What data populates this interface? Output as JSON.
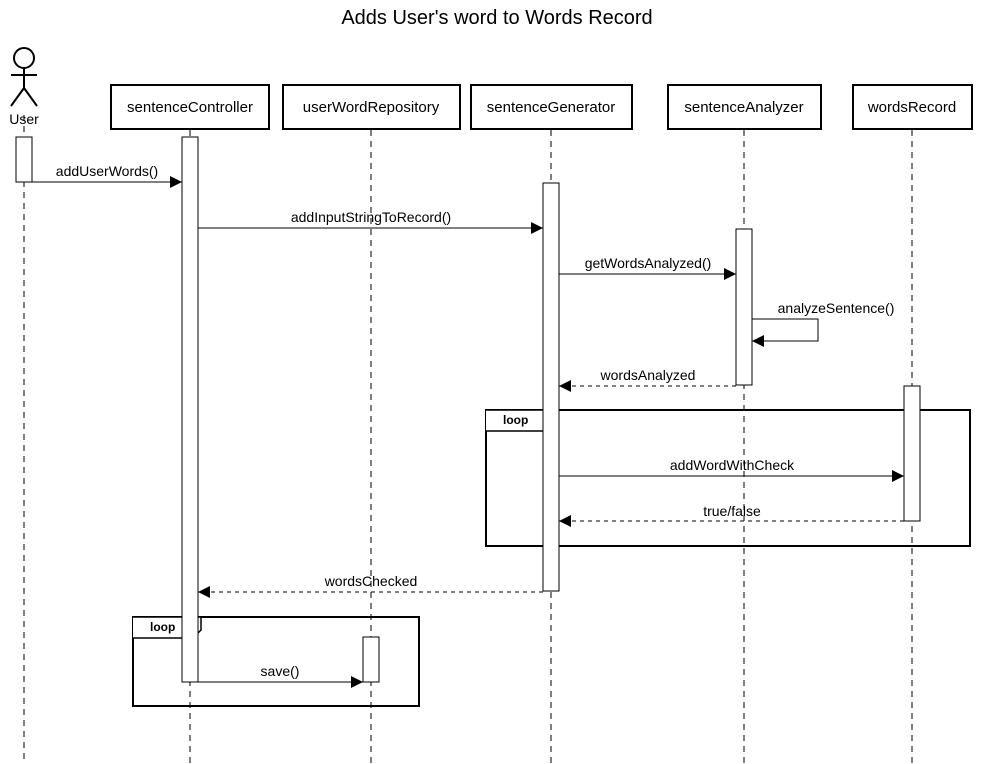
{
  "title": "Adds User's word to Words Record",
  "actor": {
    "label": "User"
  },
  "participants": [
    {
      "id": "sentenceController",
      "label": "sentenceController"
    },
    {
      "id": "userWordRepository",
      "label": "userWordRepository"
    },
    {
      "id": "sentenceGenerator",
      "label": "sentenceGenerator"
    },
    {
      "id": "sentenceAnalyzer",
      "label": "sentenceAnalyzer"
    },
    {
      "id": "wordsRecord",
      "label": "wordsRecord"
    }
  ],
  "messages": [
    {
      "id": "add-user-words",
      "label": "addUserWords()",
      "from": "User",
      "to": "sentenceController",
      "kind": "call"
    },
    {
      "id": "add-input-string-to-record",
      "label": "addInputStringToRecord()",
      "from": "sentenceController",
      "to": "sentenceGenerator",
      "kind": "call"
    },
    {
      "id": "get-words-analyzed",
      "label": "getWordsAnalyzed()",
      "from": "sentenceGenerator",
      "to": "sentenceAnalyzer",
      "kind": "call"
    },
    {
      "id": "analyze-sentence",
      "label": "analyzeSentence()",
      "from": "sentenceAnalyzer",
      "to": "sentenceAnalyzer",
      "kind": "self"
    },
    {
      "id": "words-analyzed",
      "label": "wordsAnalyzed",
      "from": "sentenceAnalyzer",
      "to": "sentenceGenerator",
      "kind": "return"
    },
    {
      "id": "add-word-with-check",
      "label": "addWordWithCheck",
      "from": "sentenceGenerator",
      "to": "wordsRecord",
      "kind": "call"
    },
    {
      "id": "true-false",
      "label": "true/false",
      "from": "wordsRecord",
      "to": "sentenceGenerator",
      "kind": "return"
    },
    {
      "id": "words-checked",
      "label": "wordsChecked",
      "from": "sentenceGenerator",
      "to": "sentenceController",
      "kind": "return"
    },
    {
      "id": "save",
      "label": "save()",
      "from": "sentenceController",
      "to": "userWordRepository",
      "kind": "call"
    }
  ],
  "fragments": [
    {
      "id": "loop-words-record",
      "label": "loop"
    },
    {
      "id": "loop-save",
      "label": "loop"
    }
  ]
}
